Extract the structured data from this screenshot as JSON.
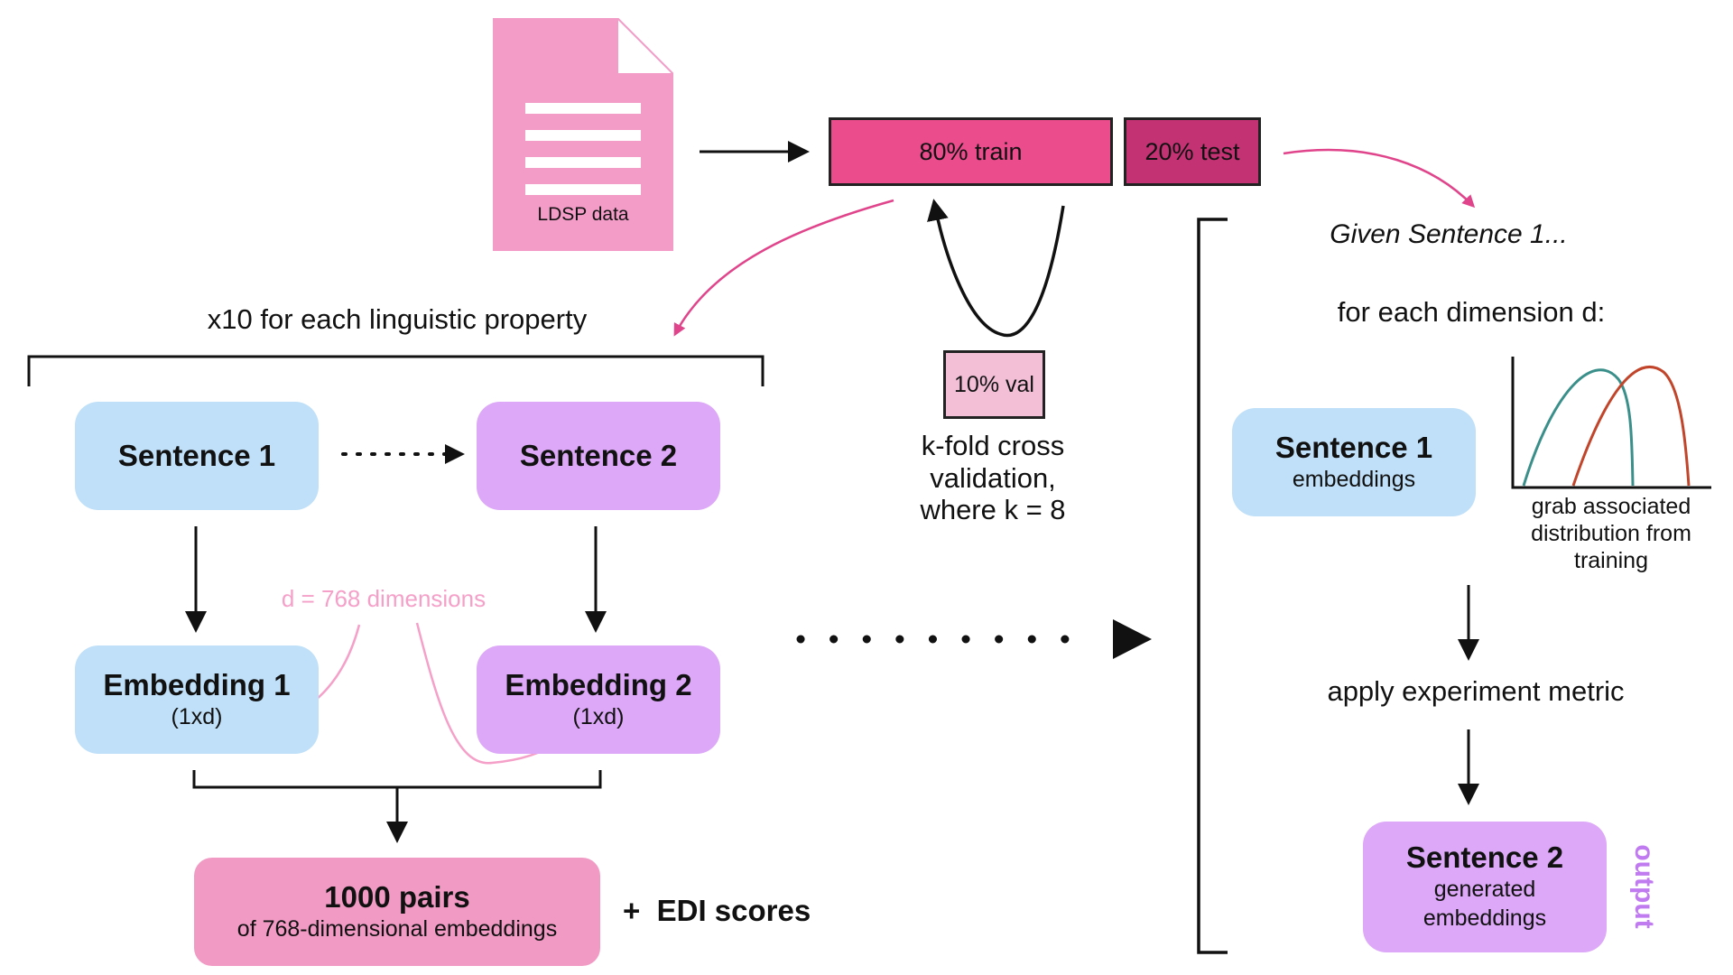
{
  "colors": {
    "blue_box": "#bfe0f8",
    "purple_box": "#dca8f7",
    "pink_box": "#f19ac4",
    "train": "#ea4c8c",
    "test": "#c33273",
    "val": "#f2bfd7",
    "doc": "#f29cc7",
    "accent_arrow": "#e0458c",
    "dim_label": "#f5a0c8",
    "output_label": "#c07bf0"
  },
  "icons": {
    "document": "document-icon",
    "distribution_plot": "distribution-chart-icon"
  },
  "data_source": {
    "label": "LDSP data"
  },
  "split": {
    "train": "80% train",
    "test": "20% test",
    "val": "10% val"
  },
  "cv": {
    "line1": "k-fold cross",
    "line2": "validation,",
    "line3": "where k = 8"
  },
  "training": {
    "header": "x10 for each linguistic property",
    "sentence1": "Sentence 1",
    "sentence2": "Sentence 2",
    "dim_label": "d = 768 dimensions",
    "embedding1": {
      "title": "Embedding 1",
      "sub": "(1xd)"
    },
    "embedding2": {
      "title": "Embedding 2",
      "sub": "(1xd)"
    },
    "pairs": {
      "title": "1000 pairs",
      "sub": "of 768-dimensional embeddings"
    },
    "edi": "+  EDI scores"
  },
  "inference": {
    "given": "Given Sentence 1...",
    "for_each": "for each dimension d:",
    "sentence1": {
      "title": "Sentence 1",
      "sub": "embeddings"
    },
    "grab": {
      "line1": "grab associated",
      "line2": "distribution from",
      "line3": "training"
    },
    "apply": "apply experiment metric",
    "sentence2": {
      "title": "Sentence 2",
      "sub1": "generated",
      "sub2": "embeddings"
    },
    "output": "output"
  }
}
